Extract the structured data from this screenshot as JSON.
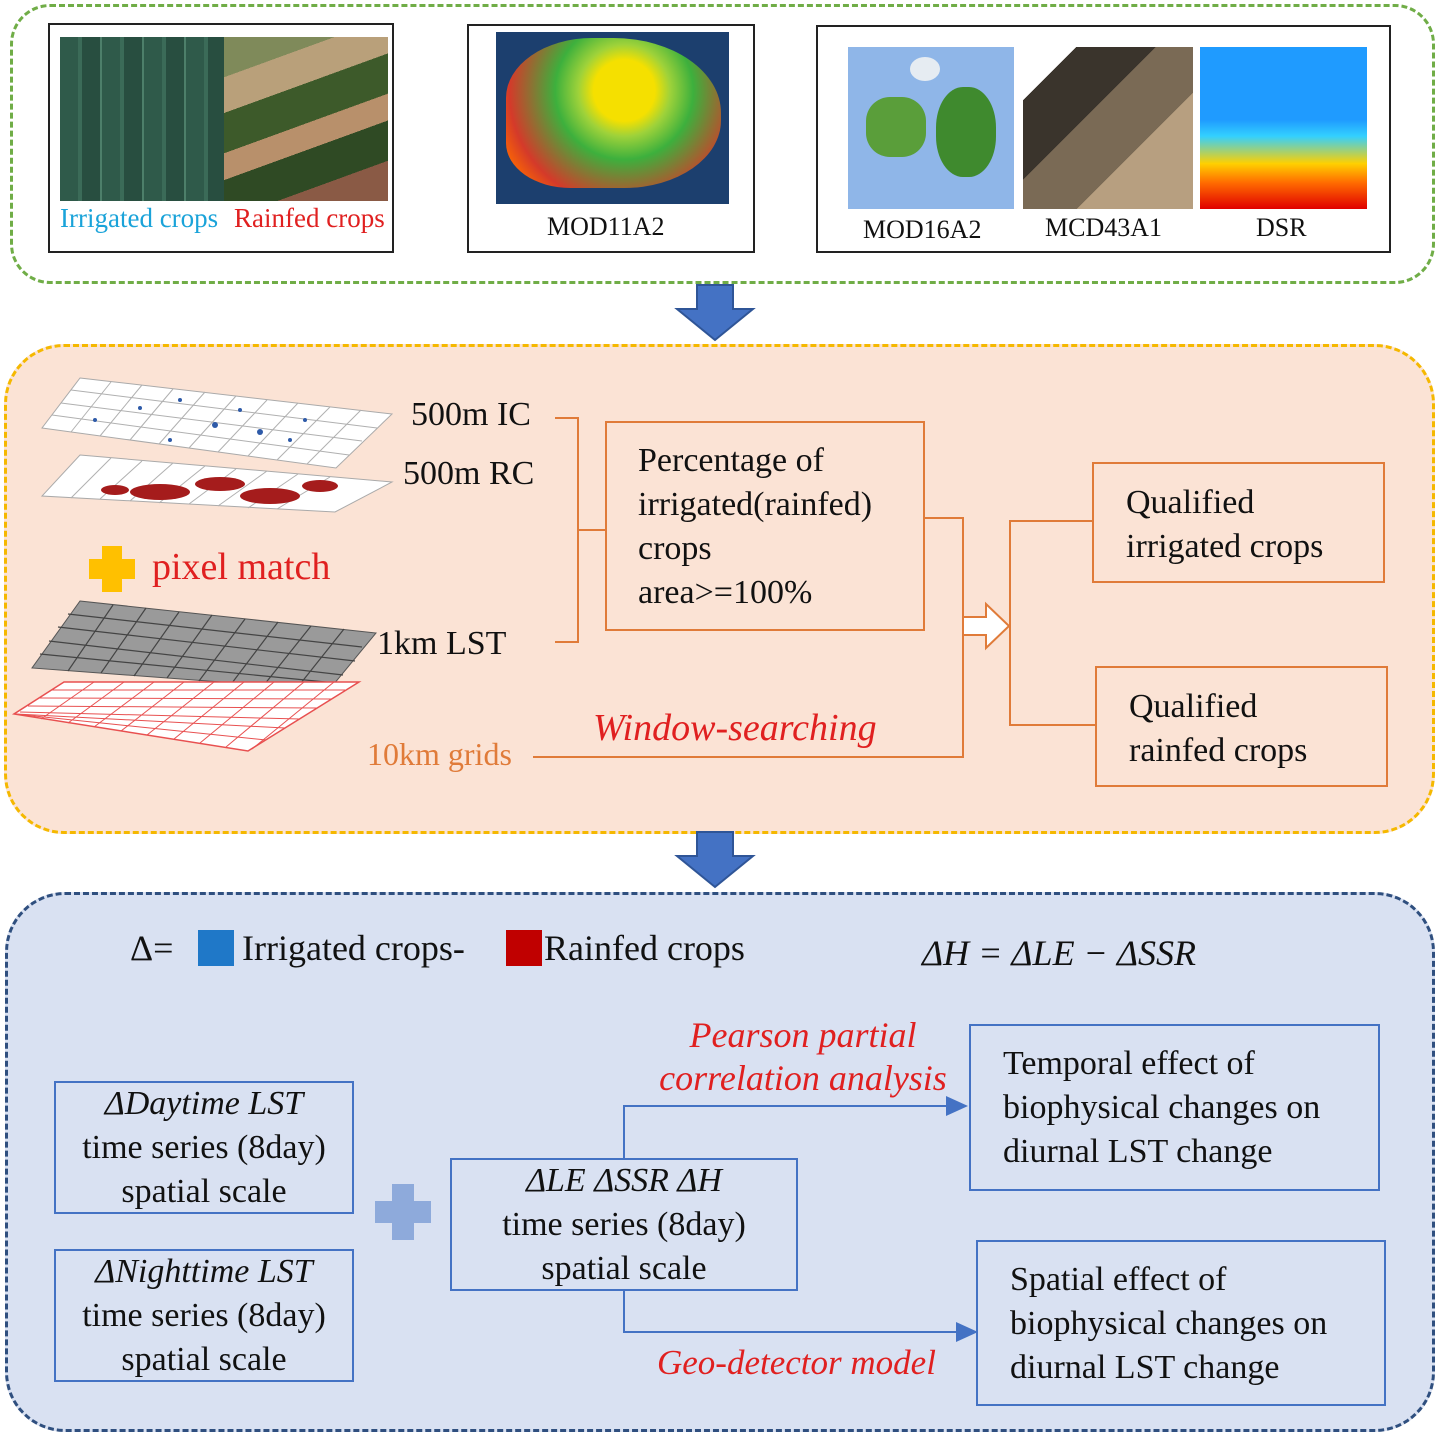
{
  "panel_top": {
    "crops": {
      "irrigated_label": "Irrigated crops",
      "rainfed_label": "Rainfed crops"
    },
    "mod11_label": "MOD11A2",
    "mod16_label": "MOD16A2",
    "mcd43_label": "MCD43A1",
    "dsr_label": "DSR"
  },
  "panel_mid": {
    "layer_ic": "500m IC",
    "layer_rc": "500m RC",
    "pixel_match": "pixel match",
    "layer_lst": "1km LST",
    "grids": "10km grids",
    "window_searching": "Window-searching",
    "percentage_box": "Percentage of\nirrigated(rainfed)\ncrops\narea>=100%",
    "qualified_irrigated": "Qualified\nirrigated crops",
    "qualified_rainfed": "Qualified\nrainfed crops"
  },
  "panel_bottom": {
    "delta_prefix": "Δ=",
    "irrigated_legend": "Irrigated crops-",
    "rainfed_legend": "Rainfed crops",
    "equation": "ΔH = ΔLE − ΔSSR",
    "daytime_title": "ΔDaytime LST",
    "nighttime_title": "ΔNighttime LST",
    "series_line": "time series (8day)",
    "scale_line": "spatial scale",
    "center_title": "ΔLE ΔSSR ΔH",
    "pearson": "Pearson partial\ncorrelation analysis",
    "geodetector": "Geo-detector model",
    "temporal_box": "Temporal effect of\nbiophysical changes on\ndiurnal LST change",
    "spatial_box": "Spatial effect of\nbiophysical changes on\ndiurnal LST change"
  },
  "colors": {
    "green_dash": "#70ad47",
    "orange_dash": "#f5b800",
    "navy_dash": "#2f4f7f",
    "peach_bg": "#fbe3d5",
    "blue_bg": "#d9e1f2",
    "orange_line": "#e07b39",
    "blue_line": "#4472c4",
    "red_text": "#e02020",
    "cyan_text": "#1aa3d9",
    "irrigated_swatch": "#1f78c8",
    "rainfed_swatch": "#c00000",
    "down_arrow": "#4472c4"
  }
}
